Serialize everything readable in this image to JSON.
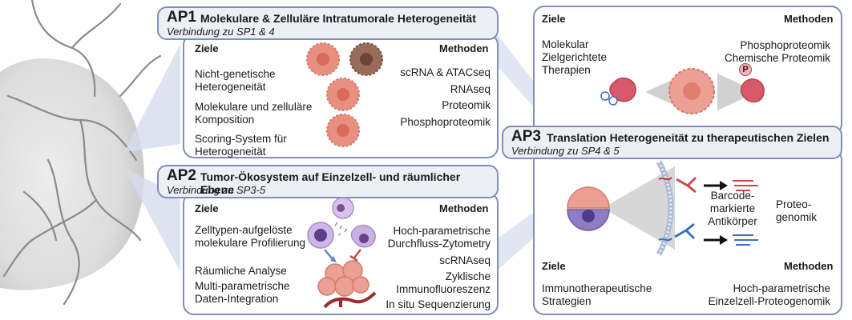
{
  "ap1": {
    "label": "AP1",
    "title": "Molekulare & Zelluläre Intratumorale Heterogeneität",
    "connection": "Verbindung zu SP1 & 4",
    "goals_header": "Ziele",
    "methods_header": "Methoden",
    "goals": [
      "Nicht-genetische Heterogeneität",
      "Molekulare und zelluläre Komposition",
      "Scoring-System für Heterogeneität"
    ],
    "methods": [
      "scRNA & ATACseq",
      "RNAseq",
      "Proteomik",
      "Phosphoproteomik"
    ]
  },
  "ap2": {
    "label": "AP2",
    "title": "Tumor-Ökosystem auf Einzelzell- und räumlicher Ebene",
    "connection": "Verbindung zu SP3-5",
    "goals_header": "Ziele",
    "methods_header": "Methoden",
    "goals": [
      "Zelltypen-aufgelöste molekulare Profilierung",
      "Räumliche Analyse",
      "Multi-parametrische Daten-Integration"
    ],
    "methods": [
      "Hoch-parametrische Durchfluss-Zytometry",
      "scRNAseq",
      "Zyklische Immunofluoreszenz",
      "In situ Sequenzierung"
    ]
  },
  "ap3": {
    "label": "AP3",
    "title": "Translation Heterogeneität zu therapeutischen Zielen",
    "connection": "Verbindung zu SP4 & 5",
    "top_goals_header": "Ziele",
    "top_methods_header": "Methoden",
    "top_goal": "Molekular Zielgerichtete Therapien",
    "top_method": "Phosphoproteomik Chemische Proteomik",
    "phospho_symbol": "P",
    "antibody_label": "Barcode-markierte Antikörper",
    "proteogenomics_label": "Proteo-genomik",
    "bottom_goals_header": "Ziele",
    "bottom_methods_header": "Methoden",
    "bottom_goal": "Immunotherapeutische Strategien",
    "bottom_method": "Hoch-parametrische Einzelzell-Proteogenomik"
  }
}
